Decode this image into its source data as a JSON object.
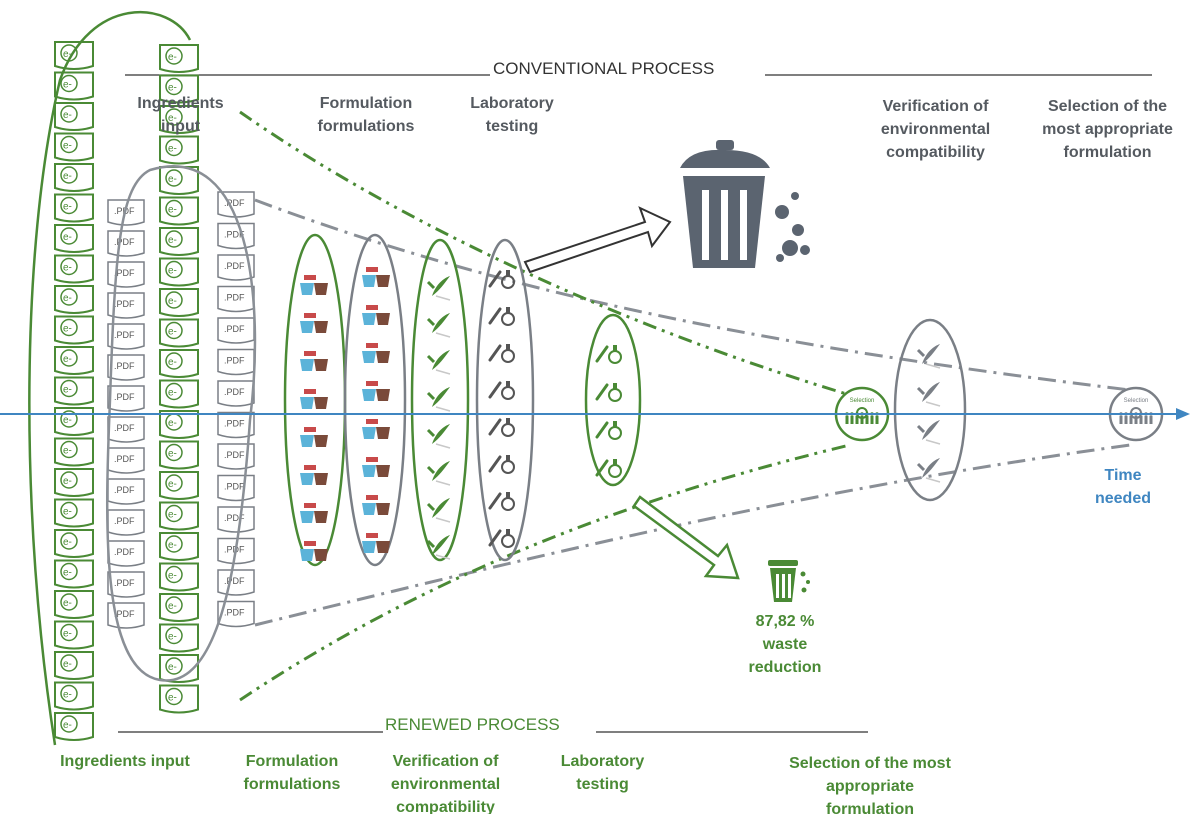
{
  "conventional": {
    "header": "CONVENTIONAL PROCESS",
    "steps": [
      "Ingredients input",
      "Formulation formulations",
      "Laboratory testing",
      "Verification of environmental compatibility",
      "Selection of the most appropriate formulation"
    ]
  },
  "renewed": {
    "header": "RENEWED PROCESS",
    "steps": [
      "Ingredients input",
      "Formulation formulations",
      "Verification of environmental compatibility",
      "Laboratory testing",
      "Selection of the most appropriate formulation"
    ]
  },
  "axis": {
    "label": "Time needed"
  },
  "waste": {
    "percent": "87,82 %",
    "caption": "waste reduction"
  },
  "tiles": {
    "pdf_text": ".PDF",
    "doc_text": "e-",
    "selection_text": "Selection"
  },
  "colors": {
    "green": "#4a8a35",
    "gray": "#7a7f86",
    "blue": "#3f86c1",
    "trash": "#5b6470"
  }
}
